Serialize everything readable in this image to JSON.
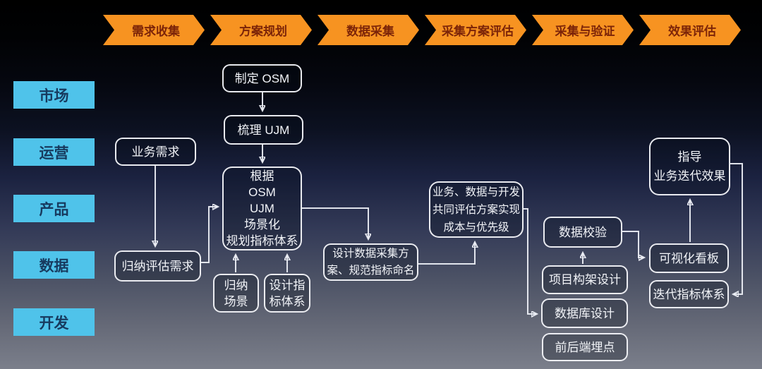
{
  "stages": [
    "需求收集",
    "方案规划",
    "数据采集",
    "采集方案评估",
    "采集与验证",
    "效果评估"
  ],
  "roles": [
    "市场",
    "运营",
    "产品",
    "数据",
    "开发"
  ],
  "nodes": {
    "make_osm": "制定 OSM",
    "sort_ujm": "梳理 UJM",
    "biz_need": "业务需求",
    "base_plan": "根据\nOSM\nUJM\n场景化\n规划指标体系",
    "sum_need": "归纳评估需求",
    "sum_scene": "归纳\n场景",
    "design_metric": "设计指\n标体系",
    "collect_plan": "设计数据采集方\n案、规范指标命名",
    "eval_cost": "业务、数据与开发\n共同评估方案实现\n成本与优先级",
    "data_check": "数据校验",
    "project_arch": "项目构架设计",
    "db_design": "数据库设计",
    "fe_be_track": "前后端埋点",
    "guide_effect": "指导\n业务迭代效果",
    "dashboard": "可视化看板",
    "iter_metric": "迭代指标体系"
  },
  "colors": {
    "stage_fill": "#f79321",
    "stage_text": "#7c2408",
    "role_fill": "#4fc3ea",
    "role_text": "#173a5e",
    "node_border": "#f4f6fa",
    "node_text": "#f2f4f8",
    "background_top": "#000000",
    "background_bottom": "#7b7f8b"
  }
}
